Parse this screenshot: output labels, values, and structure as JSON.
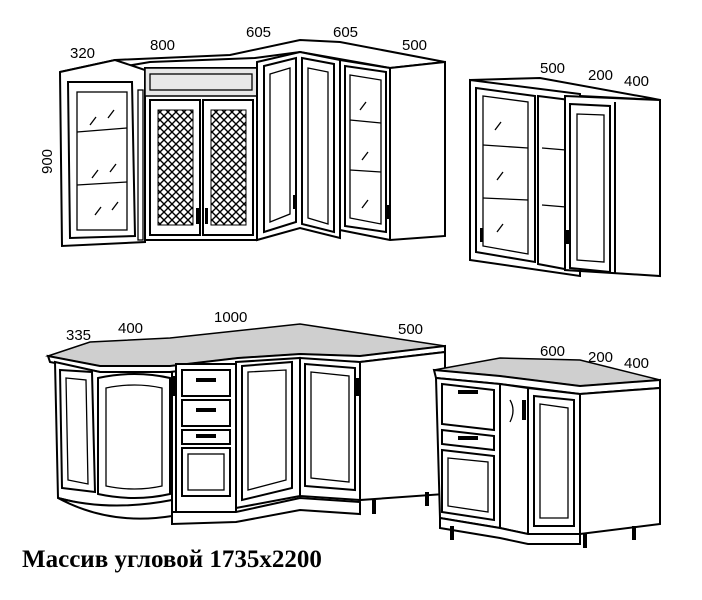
{
  "caption": "Массив угловой 1735х2200",
  "upper_left": {
    "widths": [
      "320",
      "800",
      "605",
      "605",
      "500"
    ],
    "height": "900"
  },
  "upper_right": {
    "widths": [
      "500",
      "200",
      "400"
    ]
  },
  "lower_left": {
    "widths": [
      "335",
      "400",
      "1000",
      "500"
    ]
  },
  "lower_right": {
    "widths": [
      "600",
      "200",
      "400"
    ]
  }
}
